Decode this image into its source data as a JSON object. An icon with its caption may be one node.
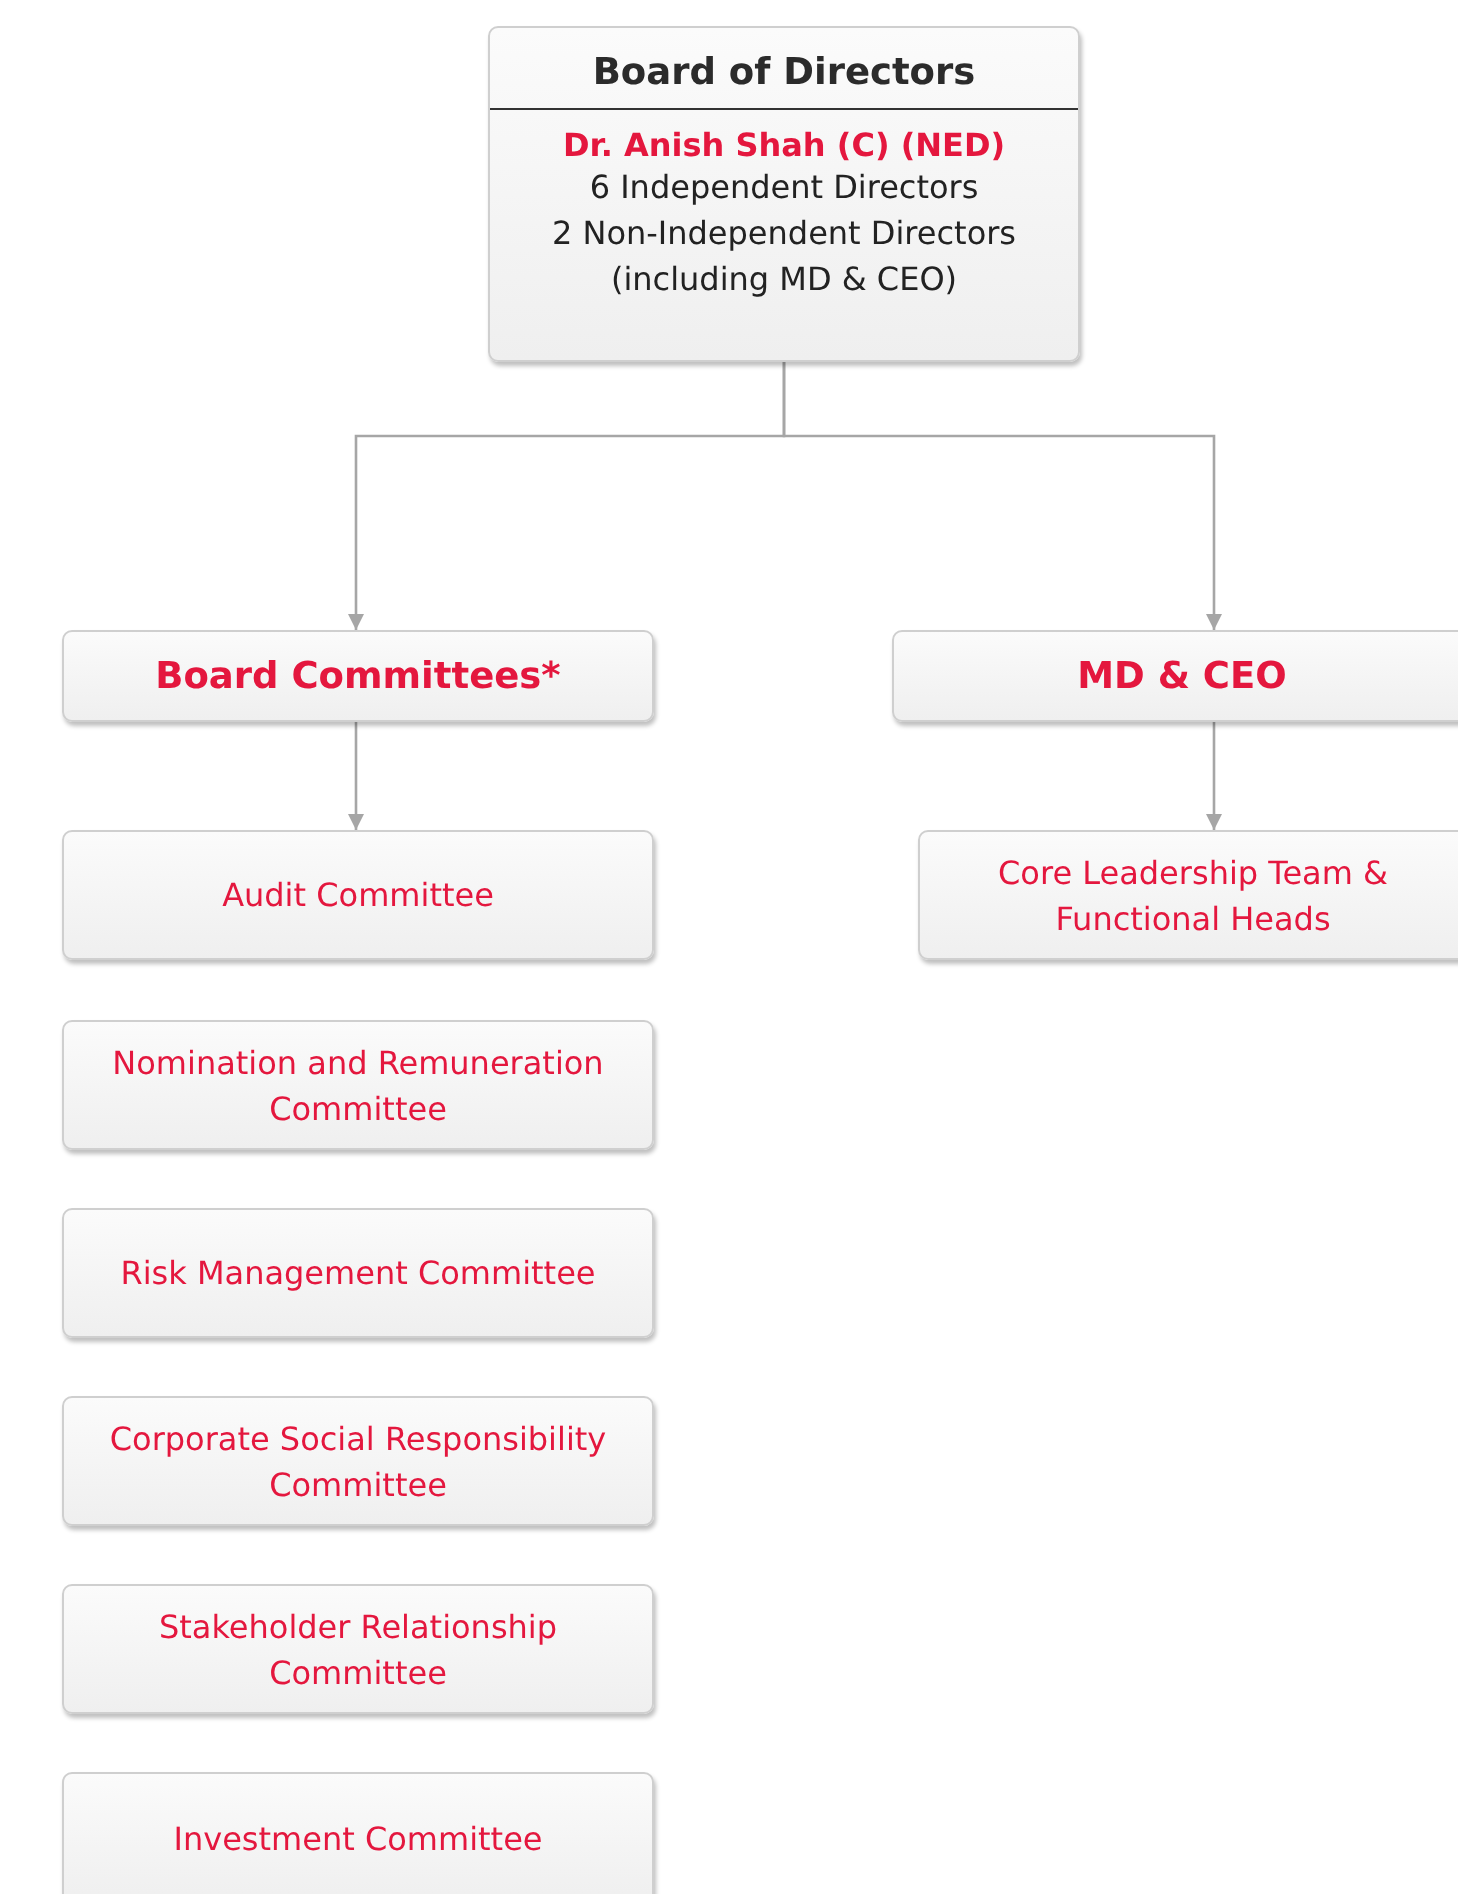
{
  "diagram": {
    "nodes": [
      {
        "text": [
          "Board of Directors",
          "Dr. Anish Shah (C) (NED)",
          "6 Independent Directors",
          "2 Non-Independent Directors (including MD & CEO)"
        ]
      },
      {
        "text": [
          "Board Committees*"
        ]
      },
      {
        "text": [
          "MD & CEO"
        ]
      },
      {
        "text": [
          "Audit Committee"
        ]
      },
      {
        "text": [
          "Core Leadership Team & Functional Heads"
        ]
      },
      {
        "text": [
          "Nomination and Remuneration Committee"
        ]
      },
      {
        "text": [
          "Risk Management Committee"
        ]
      },
      {
        "text": [
          "Corporate Social Responsibility Committee"
        ]
      },
      {
        "text": [
          "Stakeholder Relationship Committee"
        ]
      },
      {
        "text": [
          "Investment Committee"
        ]
      }
    ],
    "edges": [
      {
        "from": 0,
        "to": 1,
        "arrow": "to"
      },
      {
        "from": 0,
        "to": 2,
        "arrow": "to"
      },
      {
        "from": 1,
        "to": 3,
        "arrow": "to"
      },
      {
        "from": 2,
        "to": 4,
        "arrow": "to"
      }
    ]
  }
}
